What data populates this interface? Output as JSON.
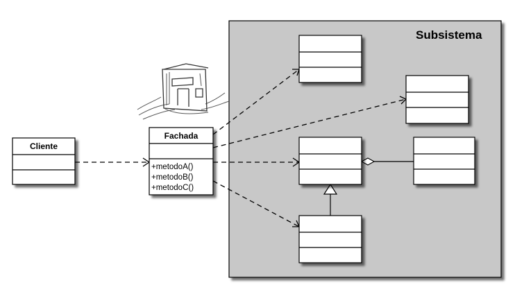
{
  "subsystem": {
    "label": "Subsistema",
    "fill": "#c8c8c8"
  },
  "client": {
    "name": "Cliente"
  },
  "facade": {
    "name": "Fachada",
    "methods": [
      "+metodoA()",
      "+metodoB()",
      "+metodoC()"
    ]
  },
  "building_icon": "building-sketch-icon"
}
